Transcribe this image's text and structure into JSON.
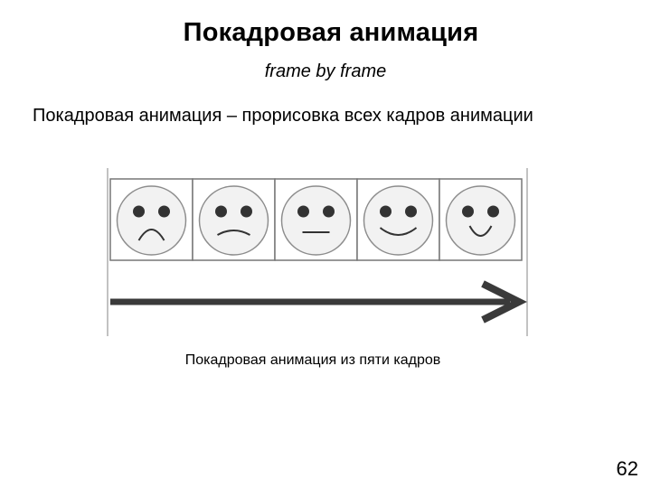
{
  "slide": {
    "title": "Покадровая анимация",
    "subtitle": "frame by frame",
    "definition": "Покадровая анимация – прорисовка всех кадров анимации",
    "caption": "Покадровая анимация из пяти кадров",
    "page_number": "62"
  },
  "figure": {
    "frames": [
      {
        "name": "sad-face-icon",
        "mouth": "frown-deep"
      },
      {
        "name": "slightly-sad-face-icon",
        "mouth": "frown-slight"
      },
      {
        "name": "neutral-face-icon",
        "mouth": "flat"
      },
      {
        "name": "slightly-happy-face-icon",
        "mouth": "smile-slight"
      },
      {
        "name": "happy-face-icon",
        "mouth": "smile-deep"
      }
    ],
    "arrow_icon": "right-arrow-icon"
  }
}
